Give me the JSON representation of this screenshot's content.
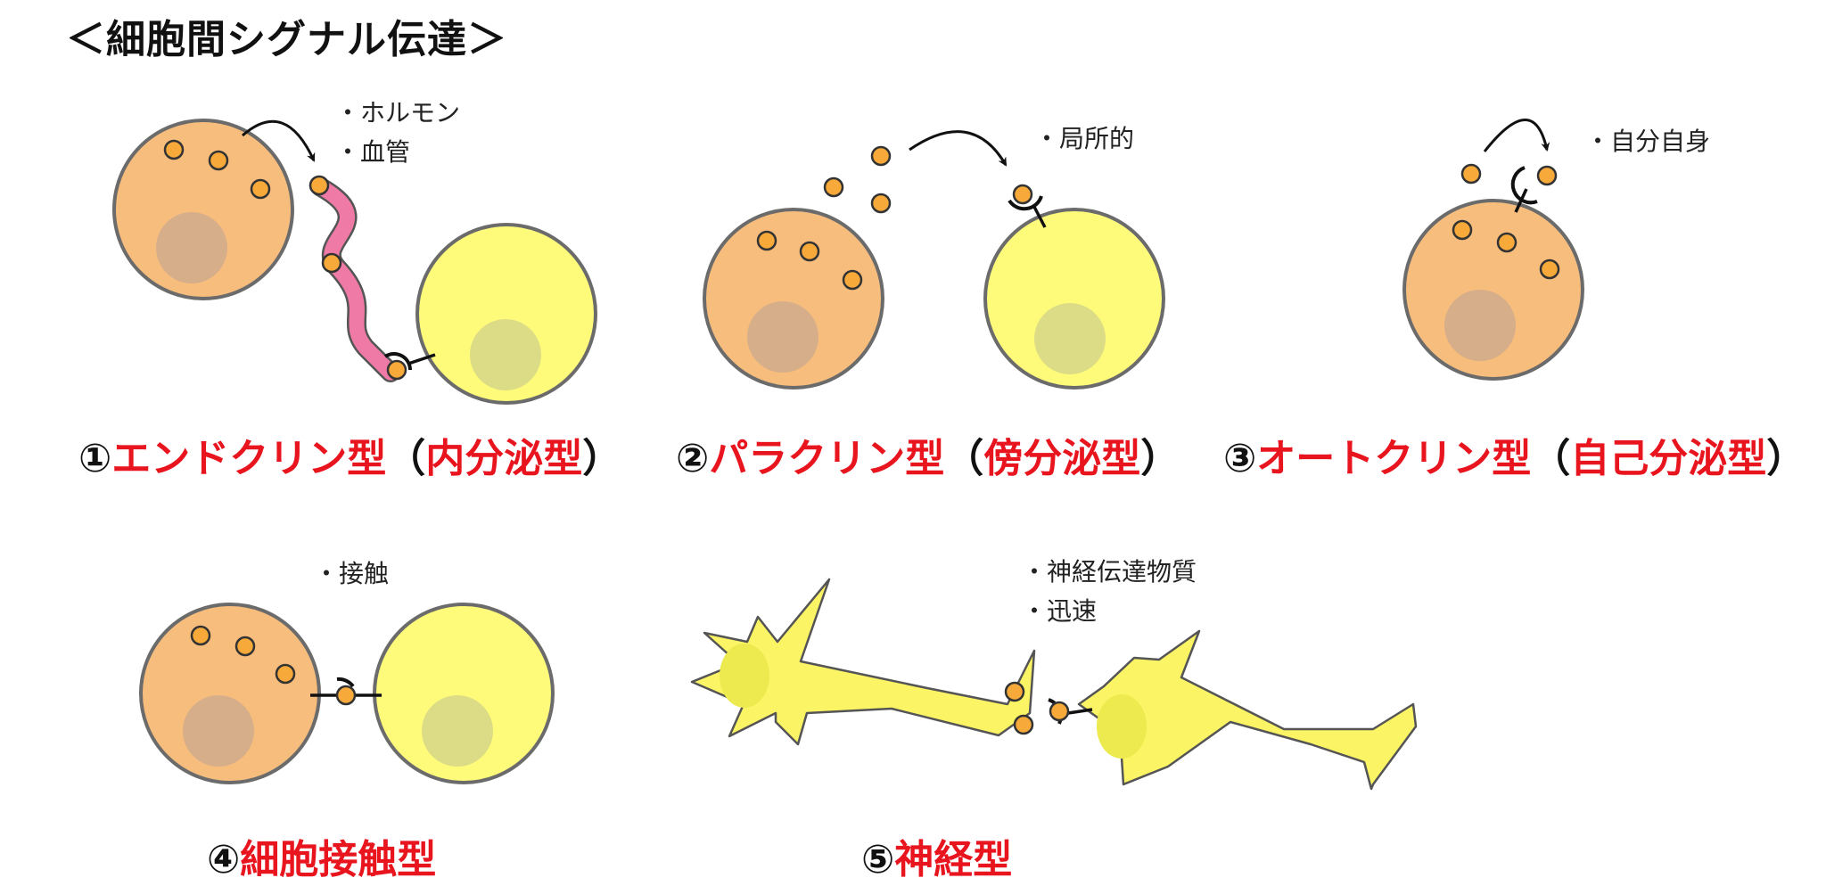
{
  "title": "＜細胞間シグナル伝達＞",
  "panels": [
    {
      "number": "①",
      "name": "エンドクリン型",
      "paren_open": "（",
      "alt_name": "内分泌型",
      "paren_close": "）",
      "notes": [
        "・ホルモン",
        "・血管"
      ]
    },
    {
      "number": "②",
      "name": "パラクリン型",
      "paren_open": "（",
      "alt_name": "傍分泌型",
      "paren_close": "）",
      "notes": [
        "・局所的"
      ]
    },
    {
      "number": "③",
      "name": "オートクリン型",
      "paren_open": "（",
      "alt_name": "自己分泌型",
      "paren_close": "）",
      "notes": [
        "・自分自身"
      ]
    },
    {
      "number": "④",
      "name": "細胞接触型",
      "notes": [
        "・接触"
      ]
    },
    {
      "number": "⑤",
      "name": "神経型",
      "notes": [
        "・神経伝達物質",
        "・迅速"
      ]
    }
  ],
  "colors": {
    "signaling_cell": "#f7bd7d",
    "signaling_nucleus": "#d7ae8a",
    "target_cell": "#fefb7a",
    "target_nucleus": "#dcdc86",
    "molecule": "#f7a93a",
    "vessel": "#f07aa6",
    "neuron": "#fbf464",
    "label_red": "#e8141e"
  }
}
